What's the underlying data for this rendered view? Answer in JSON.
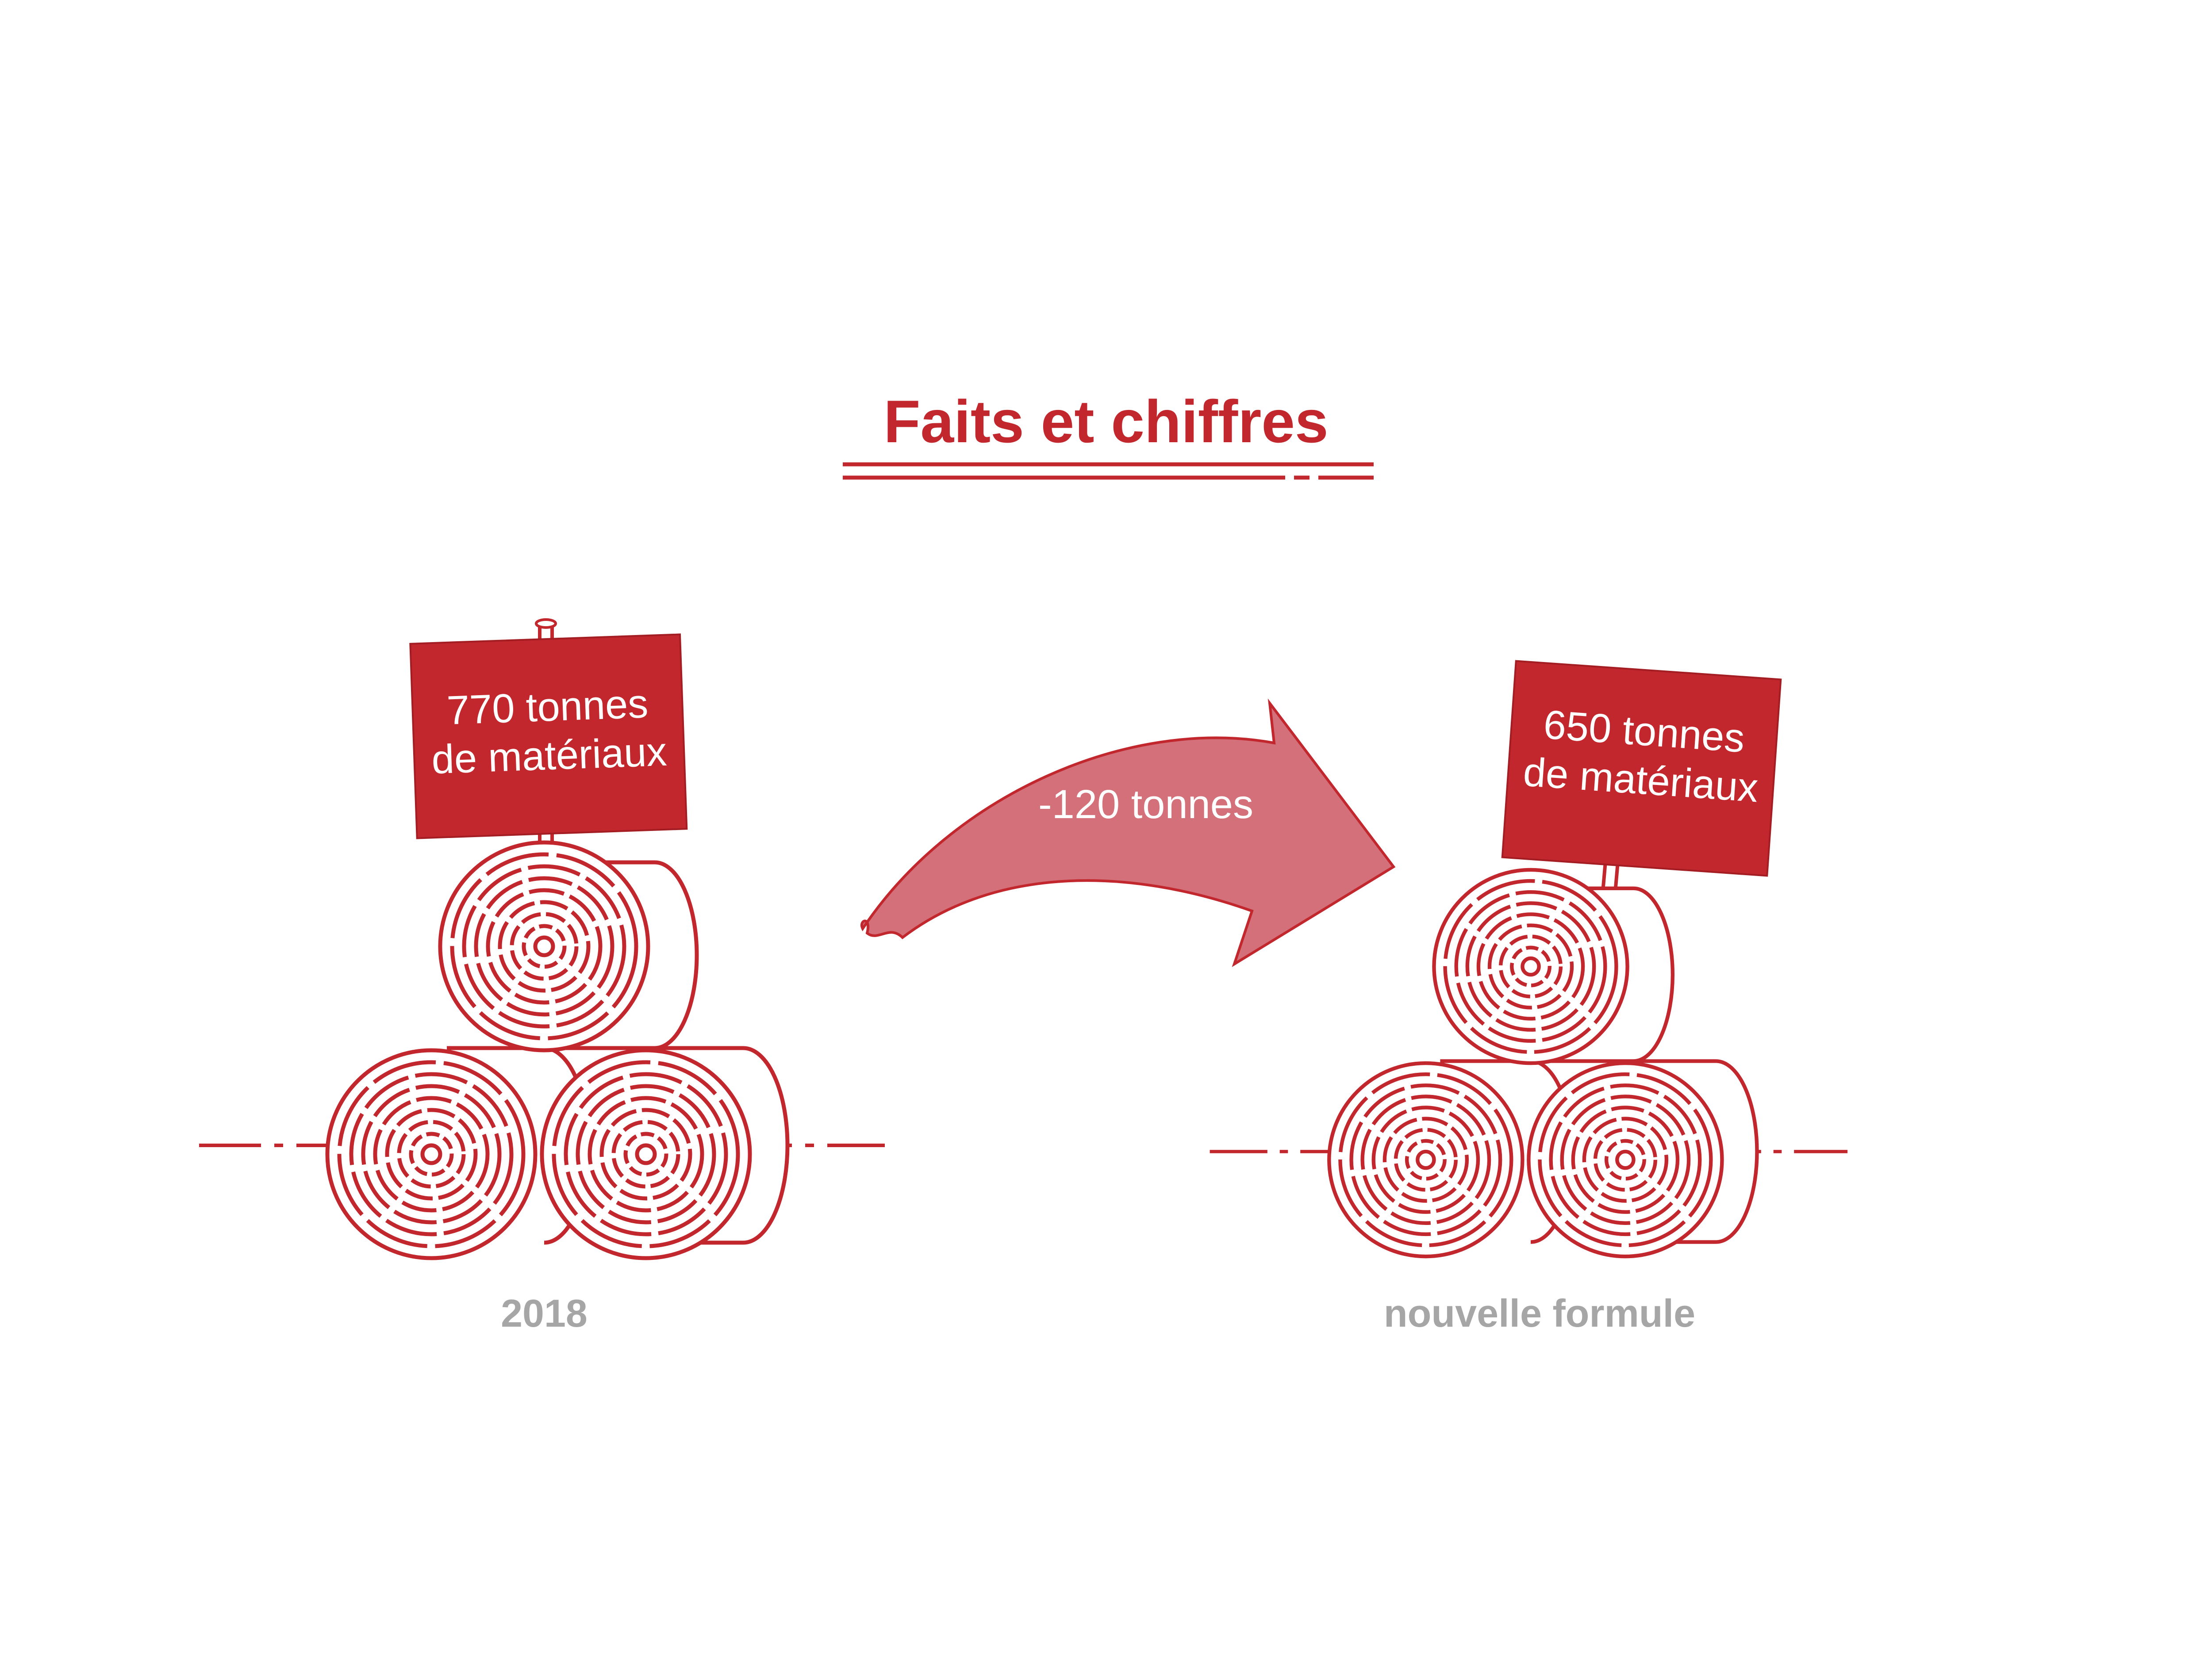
{
  "title": "Faits et chiffres",
  "left": {
    "sign_line1": "770 tonnes",
    "sign_line2": "de matériaux",
    "caption": "2018"
  },
  "arrow": {
    "label": "-120 tonnes"
  },
  "right": {
    "sign_line1": "650 tonnes",
    "sign_line2": "de matériaux",
    "caption": "nouvelle formule"
  },
  "colors": {
    "red": "#c1272d",
    "arrow": "#d3707a",
    "caption_gray": "#a6a6a6",
    "sign_text": "#ffffff"
  },
  "icons": [
    "hay-bale-stack-icon",
    "hay-bale-stack-icon",
    "curved-arrow-icon"
  ]
}
